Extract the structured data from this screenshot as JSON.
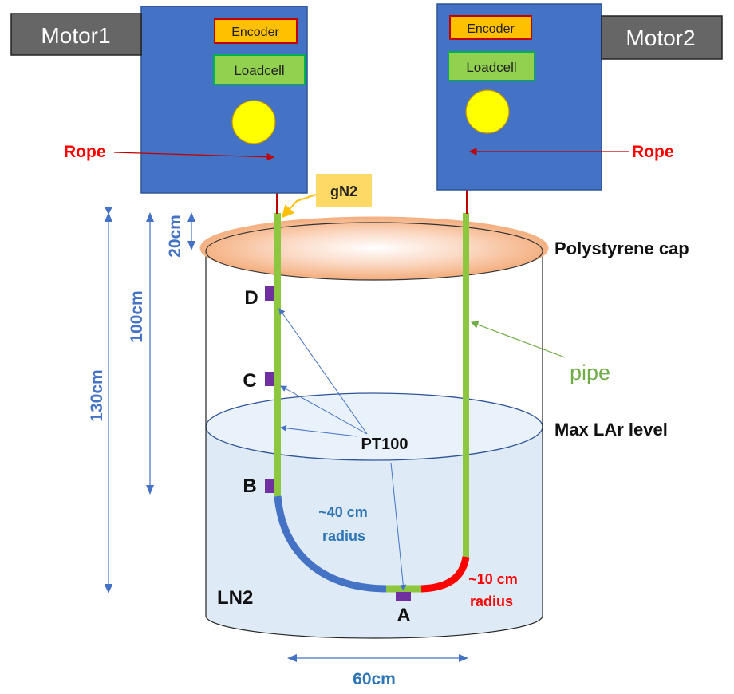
{
  "motors": {
    "left": {
      "label": "Motor1",
      "encoder": "Encoder",
      "loadcell": "Loadcell"
    },
    "right": {
      "label": "Motor2",
      "encoder": "Encoder",
      "loadcell": "Loadcell"
    }
  },
  "labels": {
    "rope_left": "Rope",
    "rope_right": "Rope",
    "gas": "gN2",
    "cap": "Polystyrene cap",
    "pipe": "pipe",
    "max_level": "Max LAr level",
    "sensor": "PT100",
    "bath": "LN2",
    "bend_large": [
      "~40 cm",
      "radius"
    ],
    "bend_small": [
      "~10 cm",
      "radius"
    ]
  },
  "points": {
    "a": "A",
    "b": "B",
    "c": "C",
    "d": "D"
  },
  "dimensions": {
    "cap": "20cm",
    "liquid_depth": "100cm",
    "total_height": "130cm",
    "width": "60cm"
  },
  "colors": {
    "motor_box": "#4472C4",
    "motor_label_bg": "#666666",
    "encoder": "#FFC000",
    "encoder_border": "#C00000",
    "loadcell": "#92D050",
    "loadcell_border": "#00B050",
    "pulley": "#FFFF00",
    "rope": "#C00000",
    "pipe": "#8DC63F",
    "bend_large": "#4472C4",
    "bend_small": "#FF0000",
    "sensor": "#7030A0",
    "liquid": "#DEEAF6",
    "red_text": "#FF0000",
    "blue_text": "#2E75B6",
    "gas_box": "#FFD966"
  }
}
